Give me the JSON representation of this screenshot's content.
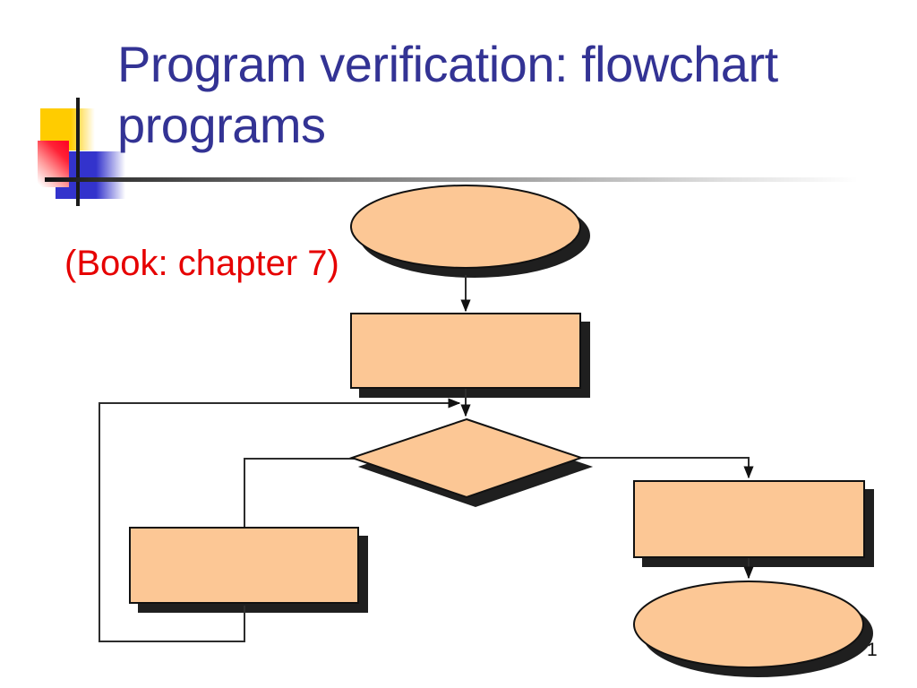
{
  "slide": {
    "title": "Program verification: flowchart programs",
    "note": "(Book: chapter 7)",
    "page_number": "1"
  },
  "colors": {
    "title_text": "#333394",
    "note_text": "#e60000",
    "shape_fill": "#fcc795",
    "shape_outline": "#111111",
    "shadow": "#1f1f1f",
    "connector": "#2d2d2d",
    "logo_yellow": "#ffcc00",
    "logo_red": "#ff0022",
    "logo_blue": "#3333cc"
  },
  "flowchart": {
    "nodes": [
      {
        "id": "start-ellipse",
        "type": "ellipse",
        "label": ""
      },
      {
        "id": "process-rect",
        "type": "rectangle",
        "label": ""
      },
      {
        "id": "decision-diamond",
        "type": "diamond",
        "label": ""
      },
      {
        "id": "loop-body-rect",
        "type": "rectangle",
        "label": ""
      },
      {
        "id": "branch-rect",
        "type": "rectangle",
        "label": ""
      },
      {
        "id": "end-ellipse",
        "type": "ellipse",
        "label": ""
      }
    ]
  }
}
